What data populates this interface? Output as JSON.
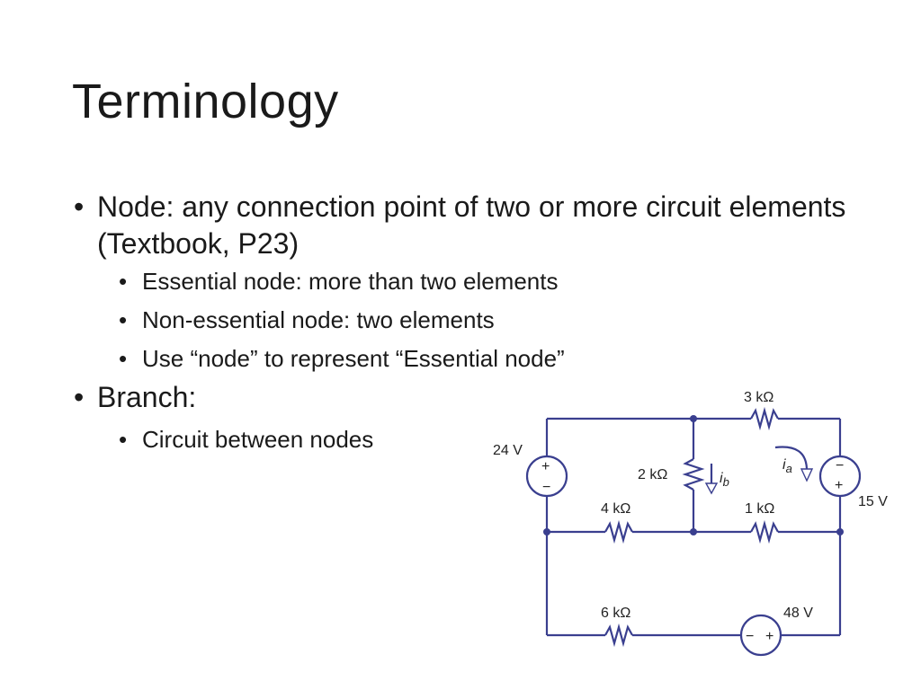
{
  "slide": {
    "title": "Terminology",
    "bullets": {
      "node": "Node: any connection point of two or more circuit elements (Textbook, P23)",
      "essential": "Essential node: more than two elements",
      "nonessential": "Non-essential node: two elements",
      "usenode": "Use “node” to represent “Essential node”",
      "branch": "Branch:",
      "branch_sub": "Circuit between nodes"
    }
  },
  "circuit": {
    "labels": {
      "r3k": "3 kΩ",
      "r2k": "2 kΩ",
      "r4k": "4 kΩ",
      "r1k": "1 kΩ",
      "r6k": "6 kΩ",
      "v24": "24 V",
      "v15": "15 V",
      "v48": "48 V",
      "ib": "i",
      "ib_sub": "b",
      "ia": "i",
      "ia_sub": "a",
      "plus": "+",
      "minus": "−"
    },
    "colors": {
      "wire": "#3a3f8f"
    }
  }
}
